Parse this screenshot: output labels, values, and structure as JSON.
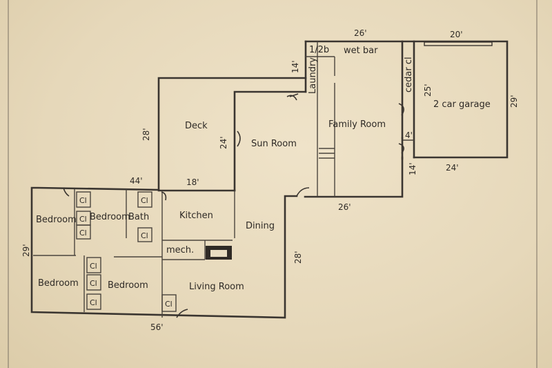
{
  "rooms": {
    "half_bath": "1/2b",
    "wet_bar": "wet bar",
    "laundry": "Laundry",
    "cedar_closet": "cedar cl",
    "garage": "2 car garage",
    "deck": "Deck",
    "sun_room": "Sun Room",
    "family_room": "Family Room",
    "bedroom": "Bedroom",
    "bath": "Bath",
    "kitchen": "Kitchen",
    "dining": "Dining",
    "mech": "mech.",
    "living_room": "Living Room",
    "closet": "Cl"
  },
  "dimensions": {
    "top_26": "26'",
    "top_20": "20'",
    "laundry_14": "14'",
    "garage_25": "25'",
    "garage_29": "29'",
    "garage_4": "4'",
    "garage_24": "24'",
    "garage_14": "14'",
    "family_26": "26'",
    "deck_28": "28'",
    "deck_24": "24'",
    "deck_44": "44'",
    "deck_18": "18'",
    "left_29": "29'",
    "living_28": "28'",
    "bottom_56": "56'"
  }
}
